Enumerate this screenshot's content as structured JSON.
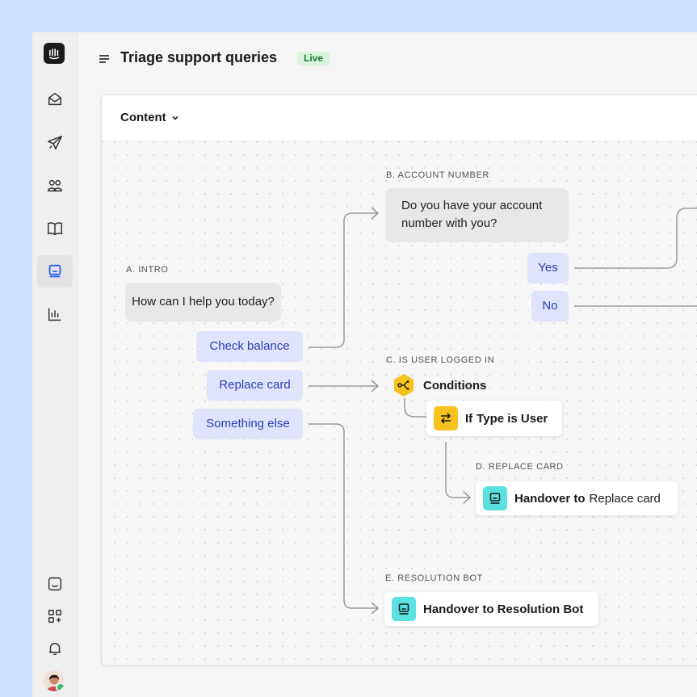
{
  "header": {
    "title": "Triage support queries",
    "status": "Live"
  },
  "panel": {
    "tab_label": "Content"
  },
  "nodes": {
    "intro": {
      "label": "A. INTRO",
      "message": "How can I help you today?",
      "replies": [
        "Check balance",
        "Replace card",
        "Something else"
      ]
    },
    "account_number": {
      "label": "B. ACCOUNT NUMBER",
      "message_line1": "Do you have your account",
      "message_line2": "number with you?",
      "replies": [
        "Yes",
        "No"
      ]
    },
    "logged_in": {
      "label": "C. IS USER LOGGED IN",
      "conditions_title": "Conditions",
      "condition_prefix": "If",
      "condition_text": "Type is User"
    },
    "replace_card": {
      "label": "D. REPLACE CARD",
      "action_bold": "Handover to",
      "action_rest": "Replace card"
    },
    "resolution_bot": {
      "label": "E. RESOLUTION BOT",
      "action": "Handover to Resolution Bot"
    }
  },
  "icons": {
    "sidebar": [
      "inbox-icon",
      "outbound-icon",
      "contacts-icon",
      "articles-icon",
      "bots-icon",
      "reports-icon",
      "messenger-icon",
      "apps-icon",
      "notifications-icon"
    ],
    "accent": "#2a5ff5",
    "teal": "#5be2e0",
    "yellow": "#f7c21b"
  }
}
